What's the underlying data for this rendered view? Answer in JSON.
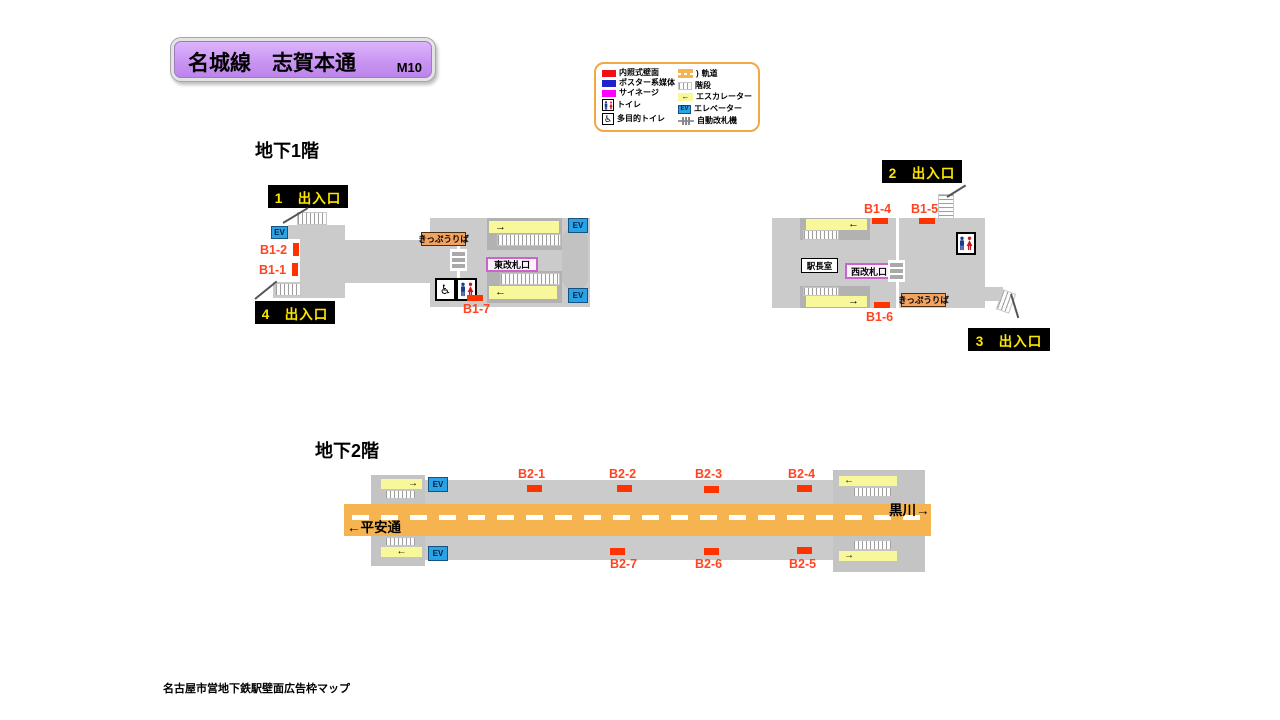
{
  "title": {
    "text": "名城線　志賀本通",
    "code": "M10"
  },
  "legend": {
    "lit_wall": "内照式壁面",
    "poster": "ポスター系媒体",
    "signage": "サイネージ",
    "toilet": "トイレ",
    "accessible_toilet": "多目的トイレ",
    "track_prefix": ")",
    "track": "軌道",
    "stairs": "階段",
    "escalator": "エスカレーター",
    "elevator": "エレベーター",
    "gate": "自動改札機"
  },
  "b1": {
    "heading": "地下1階",
    "entrance1": "1　出入口",
    "entrance2": "2　出入口",
    "entrance3": "3　出入口",
    "entrance4": "4　出入口",
    "slots": {
      "b1_1": "B1-1",
      "b1_2": "B1-2",
      "b1_4": "B1-4",
      "b1_5": "B1-5",
      "b1_6": "B1-6",
      "b1_7": "B1-7"
    },
    "ticket_east": "きっぷうりば",
    "gate_east": "東改札口",
    "office": "駅長室",
    "gate_west": "西改札口",
    "ticket_west": "きっぷうりば"
  },
  "b2": {
    "heading": "地下2階",
    "slots": {
      "b2_1": "B2-1",
      "b2_2": "B2-2",
      "b2_3": "B2-3",
      "b2_4": "B2-4",
      "b2_5": "B2-5",
      "b2_6": "B2-6",
      "b2_7": "B2-7"
    },
    "dir_left": "←平安通",
    "dir_right": "黒川→"
  },
  "ev": "EV",
  "arrows": {
    "left": "←",
    "right": "→"
  },
  "wheelchair": "♿",
  "footer": "名古屋市営地下鉄駅壁面広告枠マップ"
}
